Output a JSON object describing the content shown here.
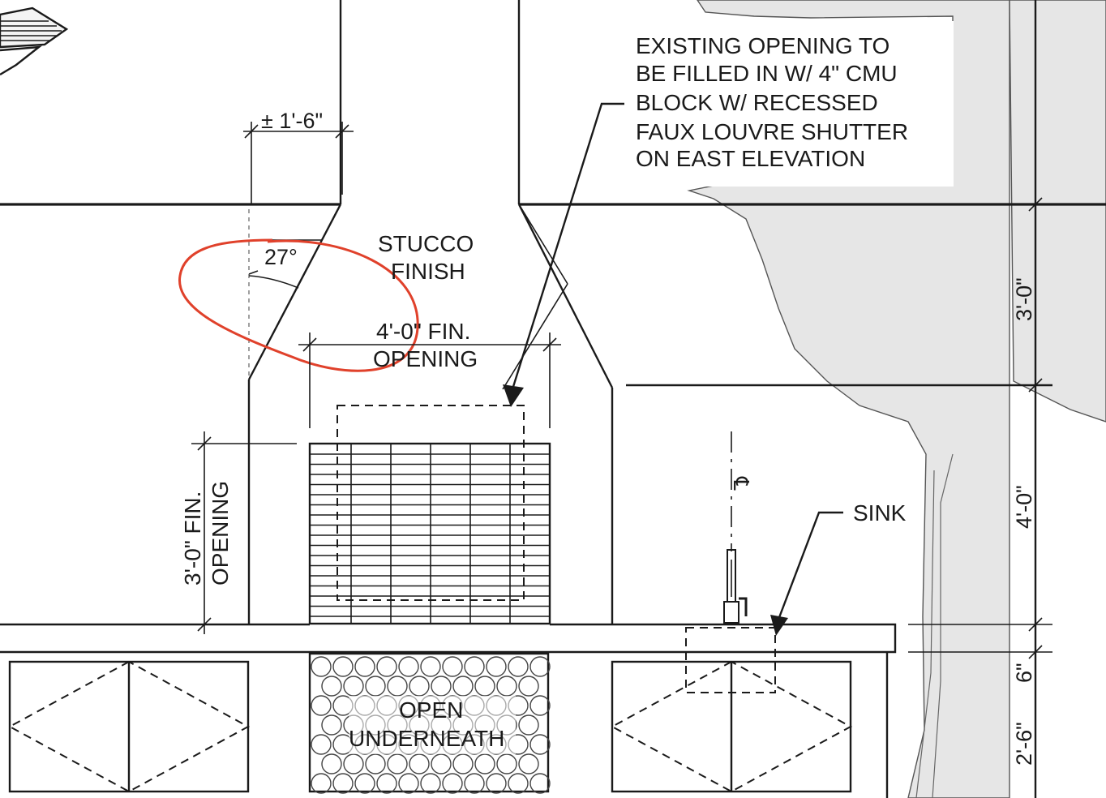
{
  "callouts": {
    "cmu_note": [
      "EXISTING OPENING TO",
      "BE FILLED IN W/ 4\" CMU",
      "BLOCK W/ RECESSED",
      "FAUX LOUVRE SHUTTER",
      "ON EAST ELEVATION"
    ],
    "stucco": [
      "STUCCO",
      "FINISH"
    ],
    "sink": "SINK",
    "open_underneath": [
      "OPEN",
      "UNDERNEATH"
    ]
  },
  "dimensions": {
    "top_width": "± 1'-6\"",
    "angle": "27°",
    "fin_opening_width": [
      "4'-0\" FIN.",
      "OPENING"
    ],
    "fin_opening_height": [
      "3'-0\" FIN.",
      "OPENING"
    ],
    "right_upper": "3'-0\"",
    "right_middle": "4'-0\"",
    "right_counter": "6\"",
    "right_base": "2'-6\""
  },
  "symbols": {
    "centerline": "℄"
  },
  "colors": {
    "linework": "#1a1a1a",
    "tree_fill": "#e6e6e6",
    "markup_circle": "#e0412b"
  }
}
